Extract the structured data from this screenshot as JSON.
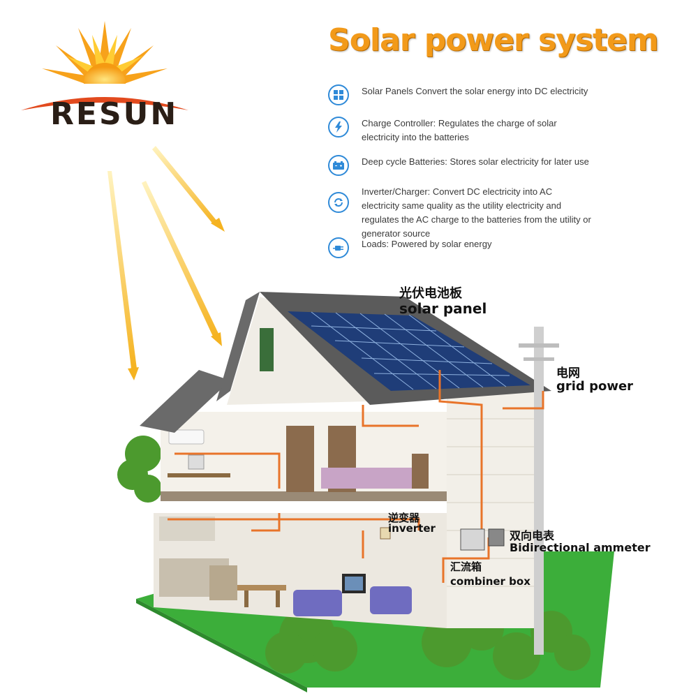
{
  "brand": {
    "name": "RESUN"
  },
  "title": "Solar power system",
  "features": [
    {
      "icon": "solar-panel-icon",
      "text": "Solar Panels Convert the solar energy into DC electricity"
    },
    {
      "icon": "lightning-icon",
      "text": "Charge Controller: Regulates the charge of solar electricity into the batteries"
    },
    {
      "icon": "battery-icon",
      "text": "Deep cycle Batteries: Stores solar electricity for later use"
    },
    {
      "icon": "cycle-arrows-icon",
      "text": "Inverter/Charger: Convert DC electricity into AC electricity same quality as the utility electricity and regulates the AC charge to the batteries from the utility or generator source"
    },
    {
      "icon": "plug-icon",
      "text": "Loads: Powered by solar energy"
    }
  ],
  "labels": {
    "solar_panel": {
      "cn": "光伏电池板",
      "en": "solar panel"
    },
    "grid_power": {
      "cn": "电网",
      "en": "grid power"
    },
    "inverter": {
      "cn": "逆变器",
      "en": "inverter"
    },
    "ammeter": {
      "cn": "双向电表",
      "en": "Bidirectional ammeter"
    },
    "combiner": {
      "cn": "汇流箱",
      "en": "combiner box"
    }
  },
  "colors": {
    "accent": "#f29a1a",
    "icon_blue": "#2f8ad8",
    "wire": "#e8742a",
    "roof_panel": "#1f3d78",
    "grass": "#3cae3a"
  }
}
